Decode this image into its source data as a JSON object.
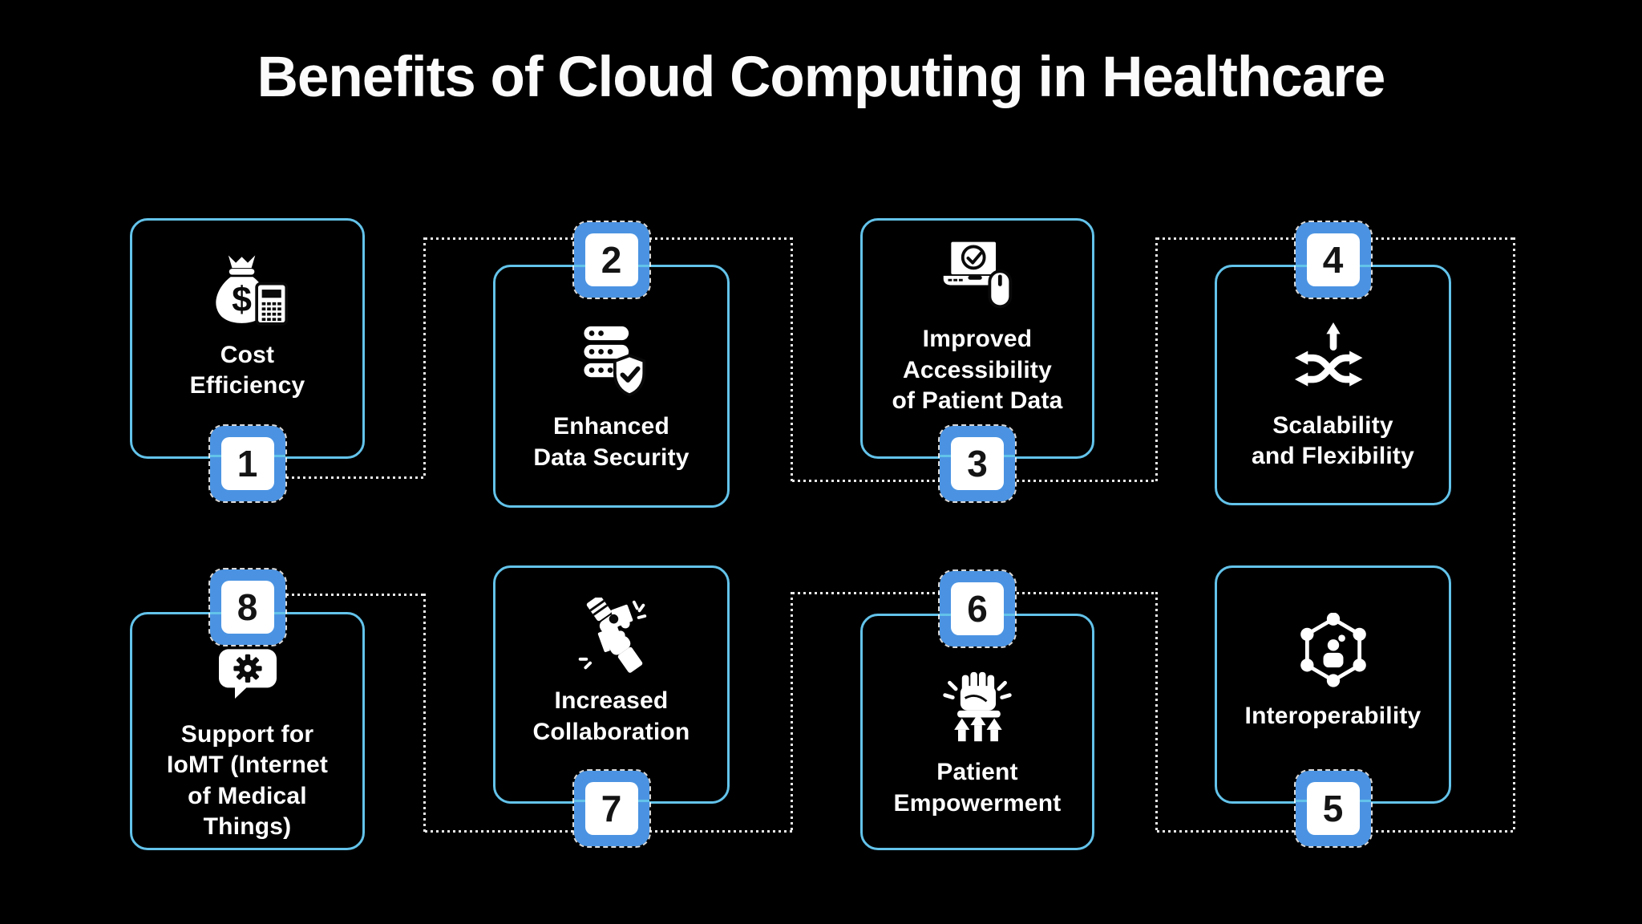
{
  "title": "Benefits of Cloud Computing in Healthcare",
  "colors": {
    "background": "#000000",
    "card_border": "#63c3ea",
    "badge_fill": "#4b93e2",
    "badge_inner": "#ffffff",
    "badge_number": "#141414",
    "connector_dash": "#e9e9e9",
    "text": "#ffffff"
  },
  "cards": [
    {
      "number": "1",
      "label": "Cost\nEfficiency",
      "icon": "money-bag-calculator-icon",
      "badge_position": "bottom"
    },
    {
      "number": "2",
      "label": "Enhanced\nData Security",
      "icon": "server-shield-icon",
      "badge_position": "top"
    },
    {
      "number": "3",
      "label": "Improved\nAccessibility\nof Patient Data",
      "icon": "laptop-check-mouse-icon",
      "badge_position": "bottom"
    },
    {
      "number": "4",
      "label": "Scalability\nand Flexibility",
      "icon": "shuffle-arrows-icon",
      "badge_position": "top"
    },
    {
      "number": "5",
      "label": "Interoperability",
      "icon": "network-person-icon",
      "badge_position": "bottom"
    },
    {
      "number": "6",
      "label": "Patient\nEmpowerment",
      "icon": "fist-up-arrows-icon",
      "badge_position": "top"
    },
    {
      "number": "7",
      "label": "Increased\nCollaboration",
      "icon": "hands-puzzle-icon",
      "badge_position": "bottom"
    },
    {
      "number": "8",
      "label": "Support for\nIoMT (Internet\nof Medical\nThings)",
      "icon": "speech-bubble-gear-icon",
      "badge_position": "top"
    }
  ]
}
